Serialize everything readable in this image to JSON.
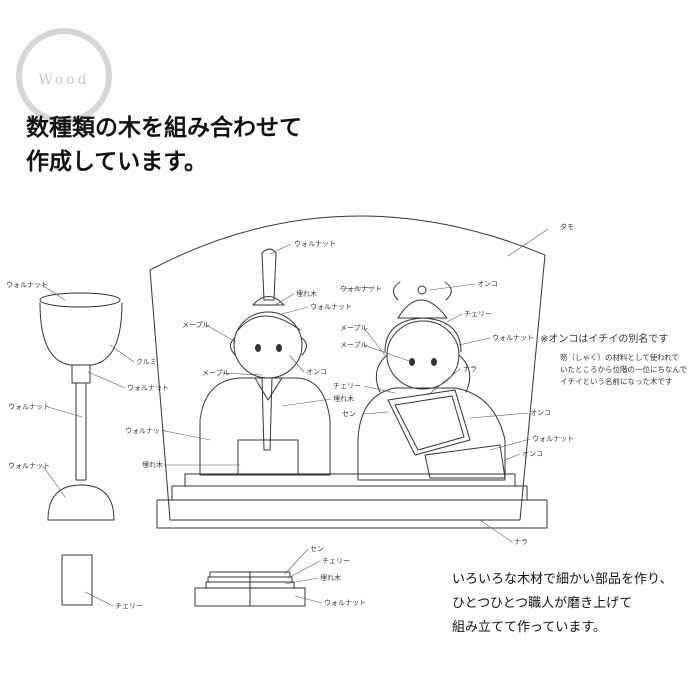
{
  "badge": {
    "text": "Wood"
  },
  "headline": {
    "line1": "数種類の木を組み合わせて",
    "line2": "作成しています。"
  },
  "labels": {
    "tamo": "タモ",
    "walnut": "ウォルナット",
    "onko": "オンコ",
    "cherry": "チェリー",
    "maple": "メープル",
    "umoregi": "埋れ木",
    "nara": "ナラ",
    "sen": "セン",
    "kurumi": "クルミ"
  },
  "note": {
    "title": "※オンコはイチイの別名です",
    "line1": "笏（しゃく）の材料として使われて",
    "line2": "いたところから位階の一位にちなんで",
    "line3": "イチイという名前になった木です"
  },
  "caption": {
    "line1": "いろいろな木材で細かい部品を作り、",
    "line2": "ひとつひとつ職人が磨き上げて",
    "line3": "組み立てて作っています。"
  }
}
